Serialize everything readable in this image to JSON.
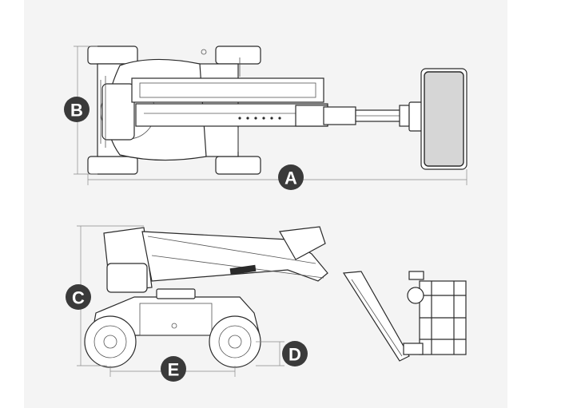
{
  "dimension_labels": {
    "a": "A",
    "b": "B",
    "c": "C",
    "d": "D",
    "e": "E"
  },
  "colors": {
    "badge": "#3a3a3a",
    "line": "#2a2a2a",
    "background": "#f4f4f4"
  }
}
